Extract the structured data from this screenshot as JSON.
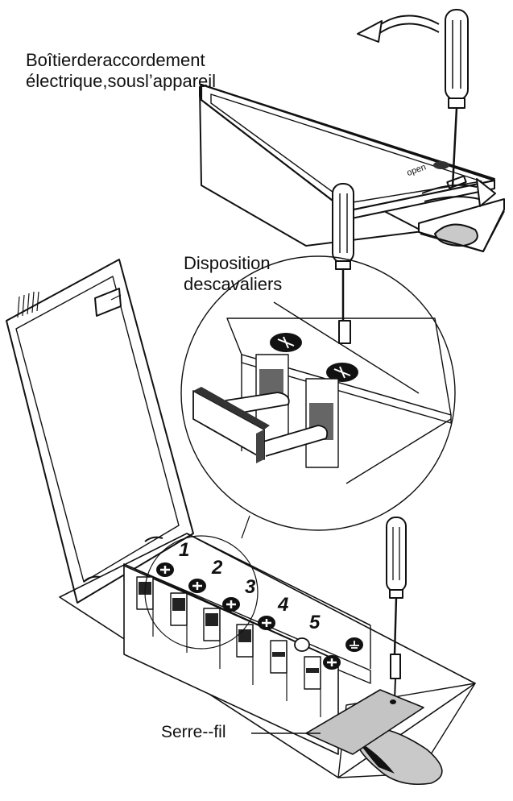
{
  "labels": {
    "housing_line1": "Boîtierderaccordement",
    "housing_line2": "électrique,sousl’appareil",
    "jumper_line1": "Disposition",
    "jumper_line2": "descavaliers",
    "cable_clamp": "Serre--fil"
  },
  "terminals": [
    "1",
    "2",
    "3",
    "4",
    "5"
  ],
  "icons": [
    "screwdriver-icon",
    "rotate-arrow-icon",
    "jumper-icon",
    "ground-icon",
    "cable-clamp-icon"
  ]
}
